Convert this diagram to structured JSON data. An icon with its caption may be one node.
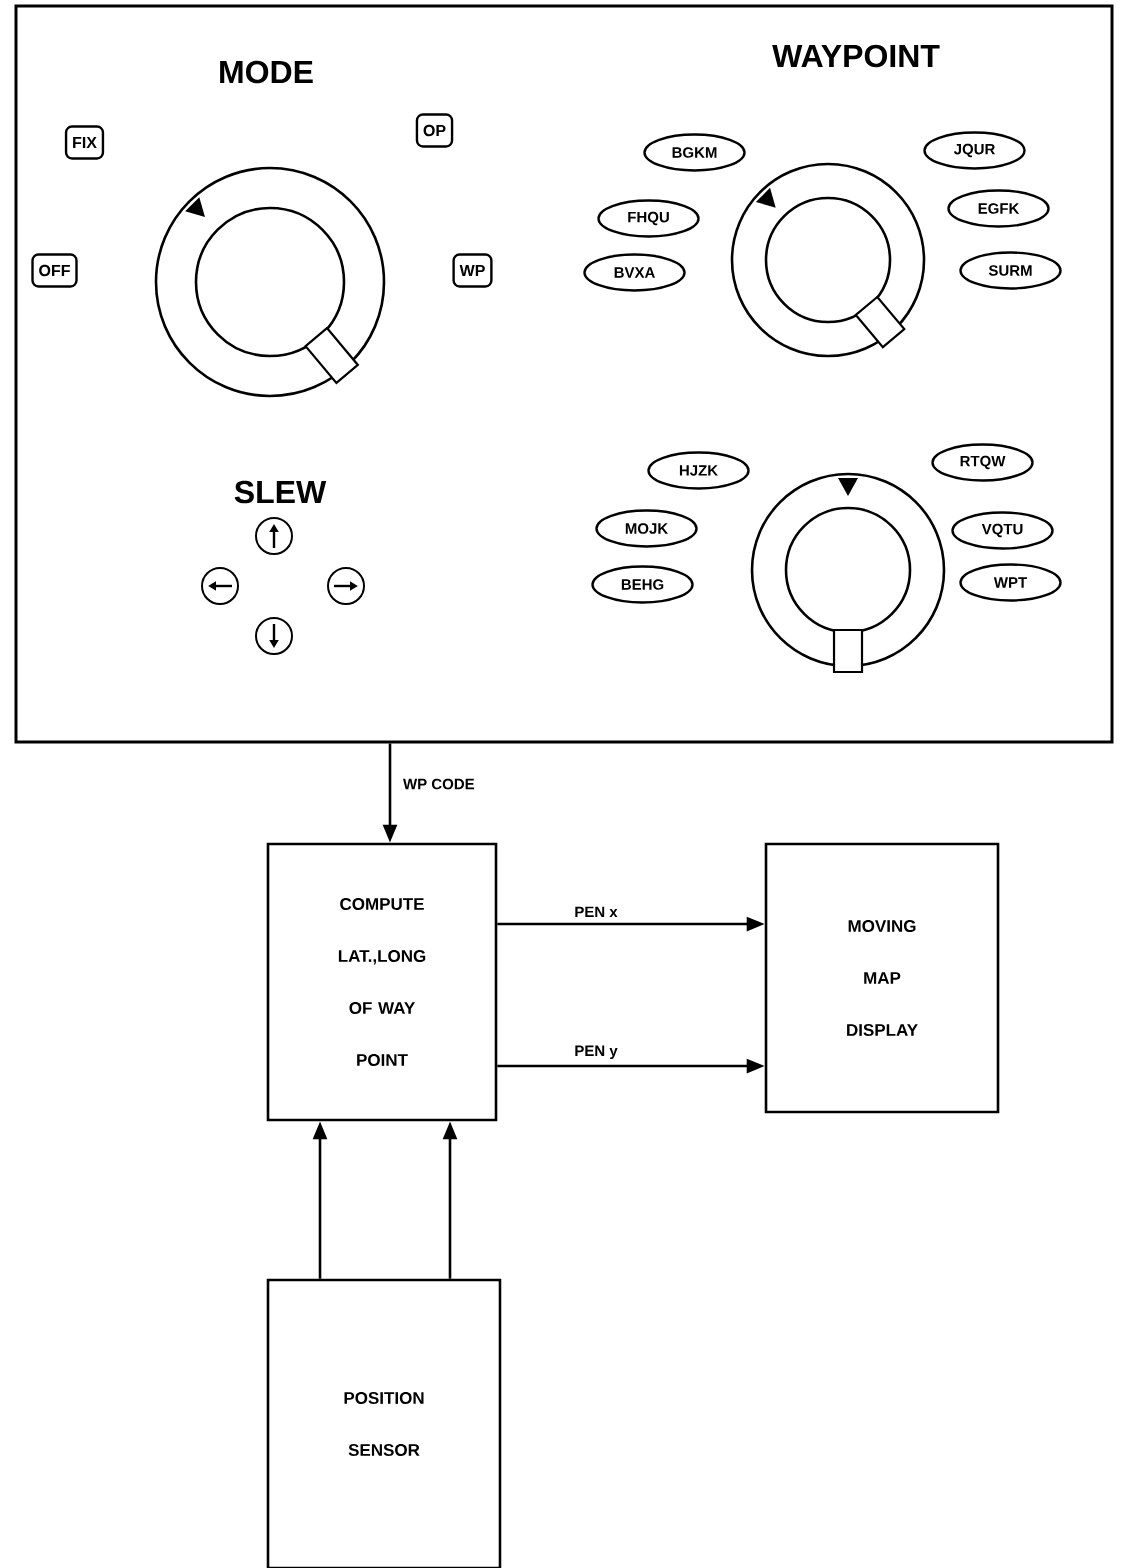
{
  "diagram": {
    "nodes": [
      {
        "text": [],
        "shape": "box"
      },
      {
        "text": [
          "FIX"
        ],
        "in": 0
      },
      {
        "text": [
          "OP"
        ],
        "in": 0
      },
      {
        "text": [
          "OFF"
        ],
        "in": 0
      },
      {
        "text": [
          "WP"
        ],
        "in": 0
      },
      {
        "text": [
          "BGKM"
        ],
        "in": 0
      },
      {
        "text": [
          "JQUR"
        ],
        "in": 0
      },
      {
        "text": [
          "FHQU"
        ],
        "in": 0
      },
      {
        "text": [
          "EGFK"
        ],
        "in": 0
      },
      {
        "text": [
          "BVXA"
        ],
        "in": 0
      },
      {
        "text": [
          "SURM"
        ],
        "in": 0
      },
      {
        "text": [
          "HJZK"
        ],
        "in": 0
      },
      {
        "text": [
          "RTQW"
        ],
        "in": 0
      },
      {
        "text": [
          "MOJK"
        ],
        "in": 0
      },
      {
        "text": [
          "VQTU"
        ],
        "in": 0
      },
      {
        "text": [
          "BEHG"
        ],
        "in": 0
      },
      {
        "text": [
          "WPT"
        ],
        "in": 0
      },
      {
        "text": [
          "COMPUTE LAT.,LONG OF WAY POINT"
        ]
      },
      {
        "text": [
          "MOVING MAP DISPLAY"
        ]
      },
      {
        "text": [
          "POSITION SENSOR"
        ]
      }
    ],
    "edges": [
      {
        "from": 0,
        "to": 17,
        "arrow": "to",
        "label": "WP CODE"
      },
      {
        "from": 17,
        "to": 18,
        "arrow": "to",
        "label": "PEN x"
      },
      {
        "from": 17,
        "to": 18,
        "arrow": "to",
        "label": "PEN y"
      },
      {
        "from": 19,
        "to": 17,
        "arrow": "to"
      },
      {
        "from": 19,
        "to": 17,
        "arrow": "to"
      }
    ],
    "labels": [
      "MODE",
      "WAYPOINT",
      "SLEW"
    ]
  }
}
